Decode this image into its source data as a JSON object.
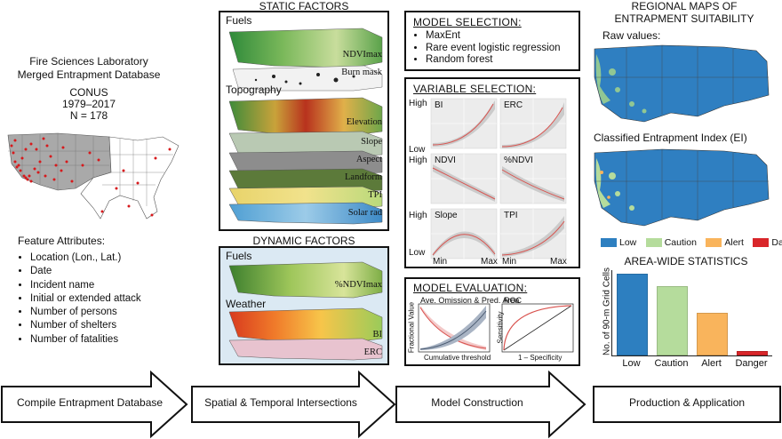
{
  "left": {
    "title_line1": "Fire Sciences Laboratory",
    "title_line2": "Merged Entrapment Database",
    "region": "CONUS",
    "years": "1979–2017",
    "n": "N = 178",
    "features_title": "Feature Attributes:",
    "features": [
      "Location (Lon., Lat.)",
      "Date",
      "Incident name",
      "Initial or extended attack",
      "Number of persons",
      "Number of shelters",
      "Number of fatalities"
    ]
  },
  "static": {
    "header": "STATIC FACTORS",
    "fuels_label": "Fuels",
    "fuels_layers": [
      "NDVImax",
      "Burn mask"
    ],
    "topo_label": "Topography",
    "topo_layers": [
      "Elevation",
      "Slope",
      "Aspect",
      "Landform",
      "TPI",
      "Solar rad"
    ]
  },
  "dynamic": {
    "header": "DYNAMIC FACTORS",
    "fuels_label": "Fuels",
    "fuels_layers": [
      "%NDVImax"
    ],
    "weather_label": "Weather",
    "weather_layers": [
      "BI",
      "ERC"
    ]
  },
  "model_selection": {
    "title": "MODEL SELECTION:",
    "items": [
      "MaxEnt",
      "Rare event logistic regression",
      "Random forest"
    ]
  },
  "variable_selection": {
    "title": "VARIABLE SELECTION:",
    "high": "High",
    "low": "Low",
    "min": "Min",
    "max": "Max",
    "panels": [
      "BI",
      "ERC",
      "NDVI",
      "%NDVI",
      "Slope",
      "TPI"
    ]
  },
  "model_evaluation": {
    "title": "MODEL EVALUATION:",
    "left_title": "Ave. Omission & Pred. Area",
    "left_ylabel": "Fractional Value",
    "left_xlabel": "Cumulative threshold",
    "right_title": "ROC",
    "right_ylabel": "Sensitivity",
    "right_xlabel": "1 – Specificity"
  },
  "regional": {
    "title_line1": "REGIONAL MAPS OF",
    "title_line2": "ENTRAPMENT SUITABILITY",
    "raw_label": "Raw values:",
    "classified_label": "Classified Entrapment Index (EI)",
    "legend": [
      {
        "label": "Low",
        "color": "#2d7fc0"
      },
      {
        "label": "Caution",
        "color": "#b5dc9c"
      },
      {
        "label": "Alert",
        "color": "#f9b45c"
      },
      {
        "label": "Danger",
        "color": "#d9262a"
      }
    ]
  },
  "stats": {
    "title": "AREA-WIDE STATISTICS",
    "ylabel": "No. of 90-m Grid Cells"
  },
  "chart_data": {
    "type": "bar",
    "title": "AREA-WIDE STATISTICS",
    "xlabel": "",
    "ylabel": "No. of 90-m Grid Cells",
    "categories": [
      "Low",
      "Caution",
      "Alert",
      "Danger"
    ],
    "values": [
      1.0,
      0.85,
      0.52,
      0.05
    ],
    "colors": [
      "#2d7fc0",
      "#b5dc9c",
      "#f9b45c",
      "#d9262a"
    ]
  },
  "workflow": [
    "Compile Entrapment Database",
    "Spatial & Temporal Intersections",
    "Model Construction",
    "Production & Application"
  ]
}
